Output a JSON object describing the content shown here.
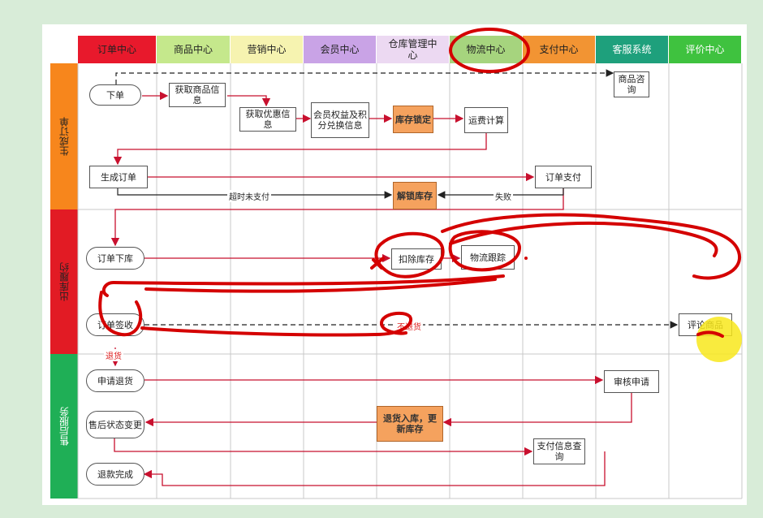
{
  "columns": [
    {
      "key": "order",
      "label": "订单中心",
      "color": "#e8192c"
    },
    {
      "key": "product",
      "label": "商品中心",
      "color": "#c5e88c"
    },
    {
      "key": "marketing",
      "label": "营销中心",
      "color": "#f6f3b0"
    },
    {
      "key": "member",
      "label": "会员中心",
      "color": "#c9a3e6"
    },
    {
      "key": "warehouse",
      "label": "仓库管理中心",
      "color": "#ecd9f2"
    },
    {
      "key": "logistics",
      "label": "物流中心",
      "color": "#a6d47e"
    },
    {
      "key": "payment",
      "label": "支付中心",
      "color": "#f29433"
    },
    {
      "key": "service",
      "label": "客服系统",
      "color": "#1ea07c"
    },
    {
      "key": "review",
      "label": "评价中心",
      "color": "#3fc23f"
    }
  ],
  "lanes": [
    {
      "key": "create",
      "label": "生成订单",
      "color": "#f7861c"
    },
    {
      "key": "fulfil",
      "label": "出库履约",
      "color": "#e21b24"
    },
    {
      "key": "aftersale",
      "label": "售后服务",
      "color": "#1faf56"
    }
  ],
  "nodes": {
    "place_order": "下单",
    "get_product": "获取商品信息",
    "get_promo": "获取优惠信息",
    "member_rights": "会员权益及积分兑换信息",
    "lock_stock": "库存锁定",
    "freight": "运费计算",
    "product_consult": "商品咨询",
    "create_order": "生成订单",
    "order_pay": "订单支付",
    "unlock_stock": "解锁库存",
    "order_outbound": "订单下库",
    "deduct_stock": "扣除库存",
    "logistics_track": "物流跟踪",
    "order_sign": "订单签收",
    "review_product": "评论商品",
    "apply_return": "申请退货",
    "audit_apply": "审核申请",
    "return_stock": "退货入库，更新库存",
    "after_status": "售后状态变更",
    "pay_query": "支付信息查询",
    "refund_done": "退款完成"
  },
  "edges": {
    "timeout": "超时未支付",
    "fail": "失败",
    "return_goods": "退货",
    "no_return": "不退货"
  }
}
